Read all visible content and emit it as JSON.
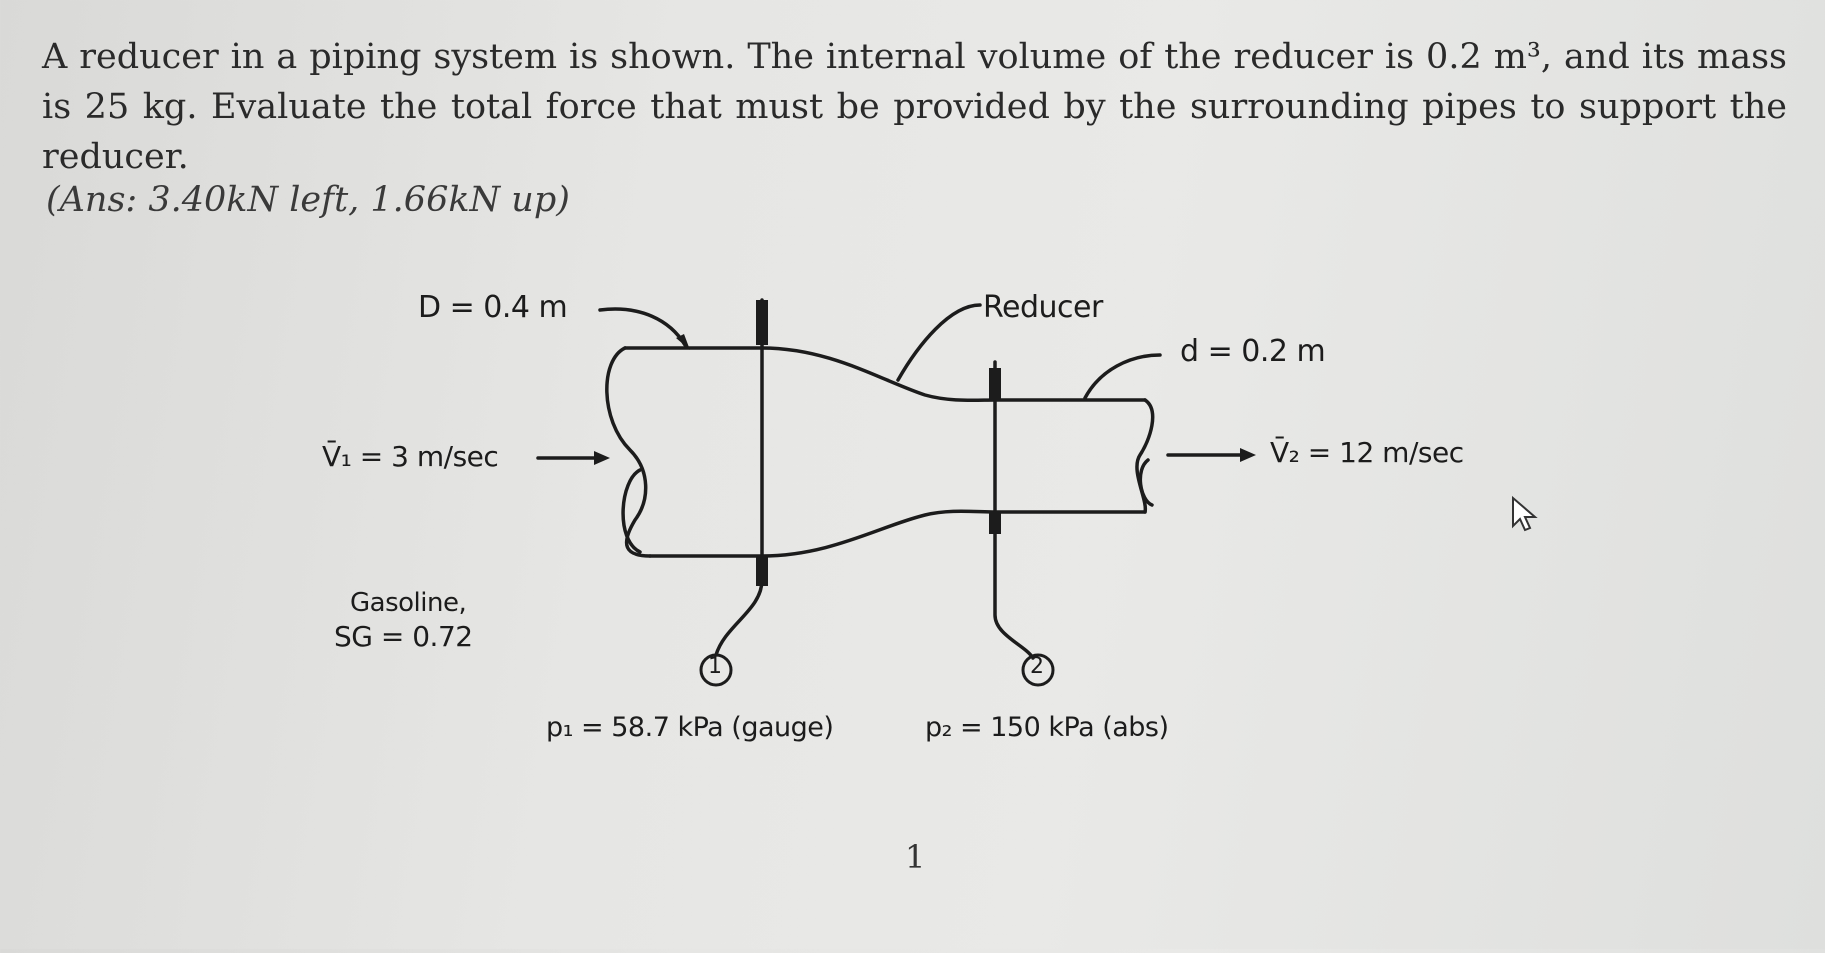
{
  "problem": {
    "text": "A reducer in a piping system is shown. The internal volume of the reducer is 0.2 m³, and its mass is 25 kg. Evaluate the total force that must be provided by the surrounding pipes to support the reducer.",
    "answer": "(Ans: 3.40kN left, 1.66kN up)"
  },
  "figure": {
    "large_diameter": "D = 0.4 m",
    "reducer_label": "Reducer",
    "small_diameter": "d = 0.2 m",
    "inlet_velocity": "V̄₁ = 3 m/sec",
    "outlet_velocity": "V̄₂ = 12 m/sec",
    "fluid_name": "Gasoline,",
    "fluid_sg": "SG = 0.72",
    "section_1": "1",
    "section_2": "2",
    "p1": "p₁ = 58.7 kPa (gauge)",
    "p2": "p₂ = 150 kPa (abs)"
  },
  "page": {
    "number": "1"
  }
}
